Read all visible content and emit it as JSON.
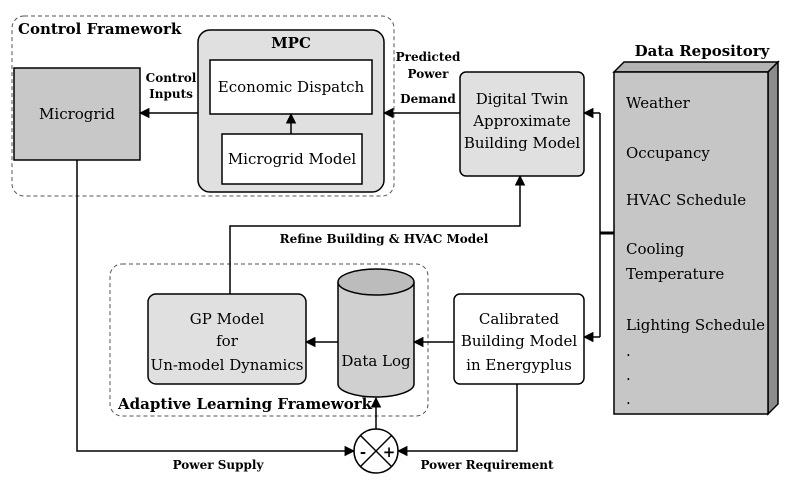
{
  "frames": {
    "control": "Control Framework",
    "adaptive": "Adaptive Learning Framework"
  },
  "blocks": {
    "microgrid": "Microgrid",
    "mpc_title": "MPC",
    "economic_dispatch": "Economic Dispatch",
    "microgrid_model": "Microgrid Model",
    "digital_twin": [
      "Digital Twin",
      "Approximate",
      "Building Model"
    ],
    "calibrated_model": [
      "Calibrated",
      "Building Model",
      "in Energyplus"
    ],
    "gp_model": [
      "GP Model",
      "for",
      "Un-model Dynamics"
    ],
    "data_log": "Data Log"
  },
  "repository": {
    "title": "Data Repository",
    "items": [
      "Weather",
      "Occupancy",
      "HVAC Schedule",
      "Cooling",
      "Temperature",
      "Lighting Schedule",
      ".",
      ".",
      "."
    ]
  },
  "signals": {
    "control_inputs": [
      "Control",
      "Inputs"
    ],
    "predicted_demand": [
      "Predicted",
      "Power",
      "Demand"
    ],
    "refine": "Refine Building & HVAC Model",
    "power_supply": "Power Supply",
    "power_requirement": "Power Requirement",
    "minus": "-",
    "plus": "+"
  }
}
